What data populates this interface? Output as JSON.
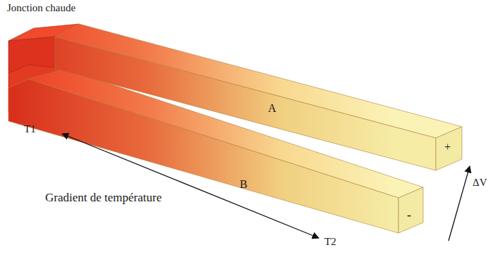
{
  "diagram": {
    "labels": [
      "Jonction chaude",
      "A",
      "B",
      "+",
      "-",
      "T1",
      "T2",
      "Gradient de température",
      "ΔV"
    ]
  }
}
